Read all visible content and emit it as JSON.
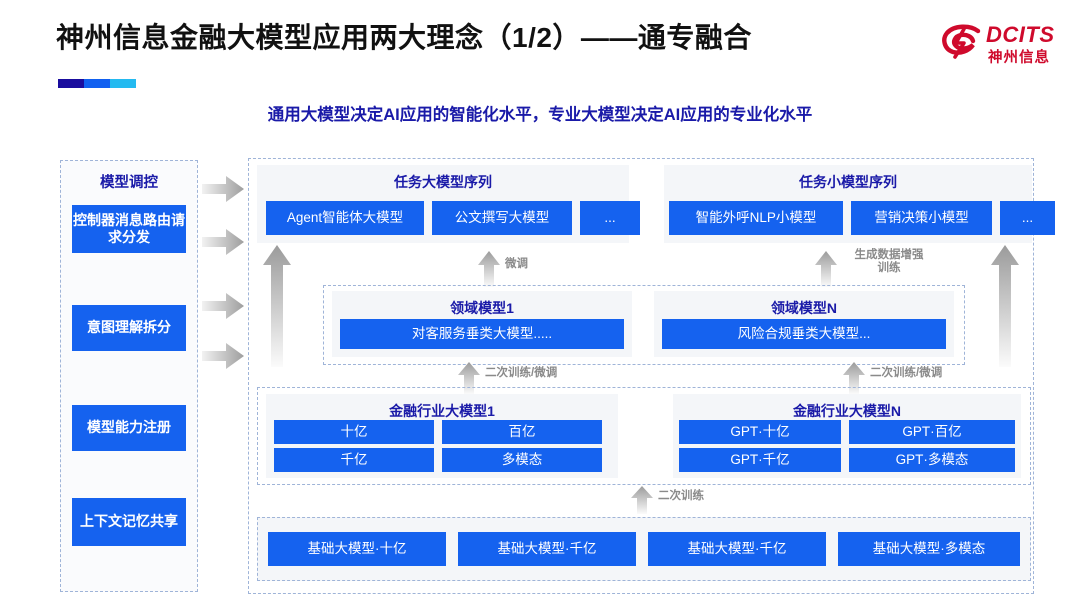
{
  "header": {
    "title": "神州信息金融大模型应用两大理念（1/2）——通专融合",
    "subtitle": "通用大模型决定AI应用的智能化水平，专业大模型决定AI应用的专业化水平",
    "logo": {
      "brand": "DCITS",
      "brand_cn": "神州信息"
    }
  },
  "colors": {
    "blue_box": "#1562ef",
    "title_blue": "#1a1aa8",
    "panel_bg": "#f4f6f9",
    "dashed_border": "#9fb4d8",
    "arrow_gray": "#b5b5b5",
    "logo_red": "#cf0a2c"
  },
  "sidebar": {
    "title": "模型调控",
    "items": [
      {
        "label": "控制器消息路由请求分发"
      },
      {
        "label": "意图理解拆分"
      },
      {
        "label": "模型能力注册"
      },
      {
        "label": "上下文记忆共享"
      }
    ]
  },
  "task_models": {
    "left": {
      "title": "任务大模型序列",
      "boxes": [
        {
          "label": "Agent智能体大模型"
        },
        {
          "label": "公文撰写大模型"
        },
        {
          "label": "..."
        }
      ]
    },
    "right": {
      "title": "任务小模型序列",
      "boxes": [
        {
          "label": "智能外呼NLP小模型"
        },
        {
          "label": "营销决策小模型"
        },
        {
          "label": "..."
        }
      ]
    }
  },
  "domain_models": {
    "left": {
      "title": "领域模型1",
      "box": "对客服务垂类大模型....."
    },
    "right": {
      "title": "领域模型N",
      "box": "风险合规垂类大模型..."
    }
  },
  "industry_models": {
    "left": {
      "title": "金融行业大模型1",
      "boxes": [
        "十亿",
        "百亿",
        "千亿",
        "多模态"
      ]
    },
    "right": {
      "title": "金融行业大模型N",
      "boxes": [
        "GPT·十亿",
        "GPT·百亿",
        "GPT·千亿",
        "GPT·多模态"
      ]
    }
  },
  "base_models": {
    "boxes": [
      "基础大模型·十亿",
      "基础大模型·千亿",
      "基础大模型·千亿",
      "基础大模型·多模态"
    ]
  },
  "arrow_labels": {
    "fine_tune": "微调",
    "gen_data_aug_1": "生成数据增强",
    "gen_data_aug_2": "训练",
    "retrain_finetune_left": "二次训练/微调",
    "retrain_finetune_right": "二次训练/微调",
    "retrain": "二次训练"
  }
}
